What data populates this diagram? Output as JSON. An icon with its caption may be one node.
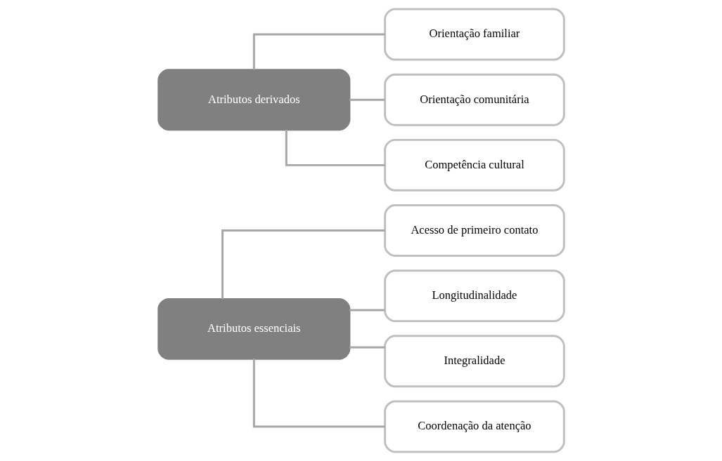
{
  "diagram": {
    "nodes": [
      {
        "text": [
          "Atributos essenciais"
        ]
      },
      {
        "text": [
          "Acesso de primeiro contato"
        ]
      },
      {
        "text": [
          "Longitudinalidade"
        ]
      },
      {
        "text": [
          "Integralidade"
        ]
      },
      {
        "text": [
          "Coordenação da atenção"
        ]
      },
      {
        "text": [
          "Atributos derivados"
        ]
      },
      {
        "text": [
          "Orientação familiar"
        ]
      },
      {
        "text": [
          "Orientação comunitária"
        ]
      },
      {
        "text": [
          "Competência cultural"
        ]
      }
    ],
    "edges": [
      {
        "from": 0,
        "to": 1,
        "arrow": "none"
      },
      {
        "from": 0,
        "to": 2,
        "arrow": "none"
      },
      {
        "from": 0,
        "to": 3,
        "arrow": "none"
      },
      {
        "from": 0,
        "to": 4,
        "arrow": "none"
      },
      {
        "from": 5,
        "to": 6,
        "arrow": "none"
      },
      {
        "from": 5,
        "to": 7,
        "arrow": "none"
      },
      {
        "from": 5,
        "to": 8,
        "arrow": "none"
      }
    ]
  }
}
